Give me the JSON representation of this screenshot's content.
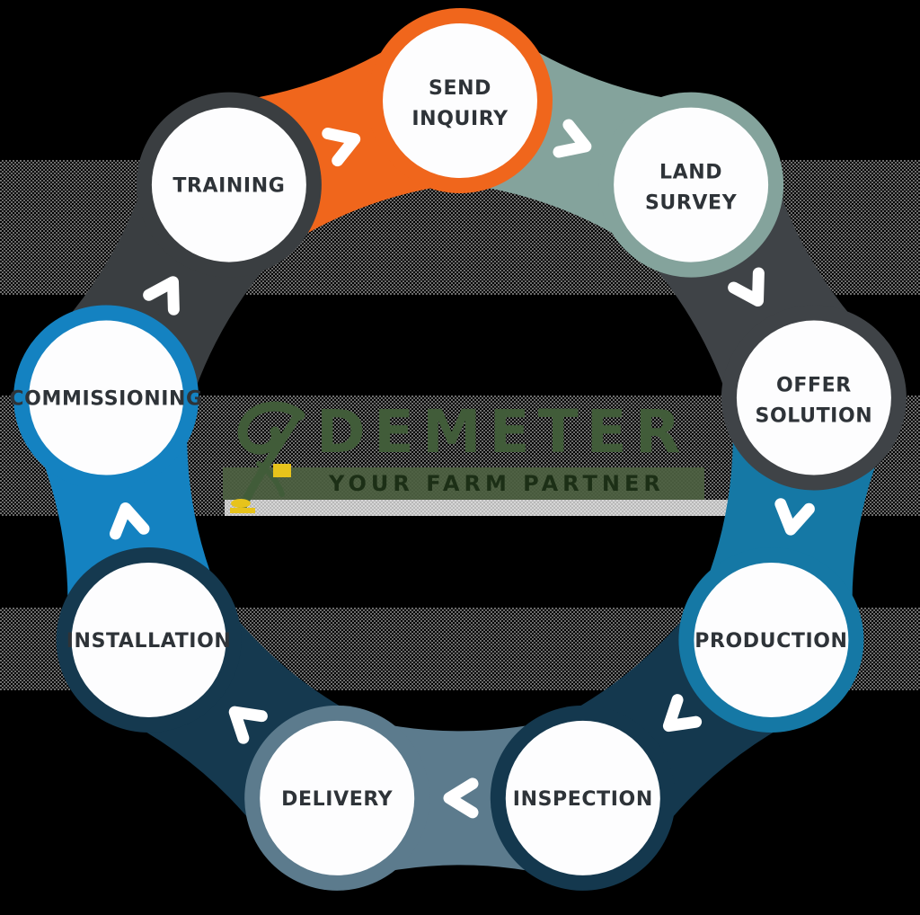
{
  "logo": {
    "brand": "DEMETER",
    "tagline": "YOUR FARM PARTNER",
    "wordmark_color": "#415C39",
    "tagline_color": "#1C2F16",
    "band_color": "#4E6142",
    "icon_green": "#415C39",
    "icon_yellow": "#E7C31B"
  },
  "diagram": {
    "type": "cycle",
    "flow_direction": "clockwise",
    "label_color": "#2E3338",
    "inner_circle_color": "#FDFDFE",
    "chevron_color": "#FFFFFF",
    "steps": [
      {
        "label": "SEND INQUIRY",
        "lines": [
          "SEND",
          "INQUIRY"
        ],
        "color": "#F0661C"
      },
      {
        "label": "LAND SURVEY",
        "lines": [
          "LAND",
          "SURVEY"
        ],
        "color": "#84A39C"
      },
      {
        "label": "OFFER SOLUTION",
        "lines": [
          "OFFER",
          "SOLUTION"
        ],
        "color": "#3F4347"
      },
      {
        "label": "PRODUCTION",
        "lines": [
          "PRODUCTION"
        ],
        "color": "#1578A5"
      },
      {
        "label": "INSPECTION",
        "lines": [
          "INSPECTION"
        ],
        "color": "#14384E"
      },
      {
        "label": "DELIVERY",
        "lines": [
          "DELIVERY"
        ],
        "color": "#5C7B8D"
      },
      {
        "label": "INSTALLATION",
        "lines": [
          "INSTALLATION"
        ],
        "color": "#15394F"
      },
      {
        "label": "COMMISSIONING",
        "lines": [
          "COMMISSIONING"
        ],
        "color": "#1482C1"
      },
      {
        "label": "TRAINING",
        "lines": [
          "TRAINING"
        ],
        "color": "#3A3E41"
      }
    ]
  }
}
